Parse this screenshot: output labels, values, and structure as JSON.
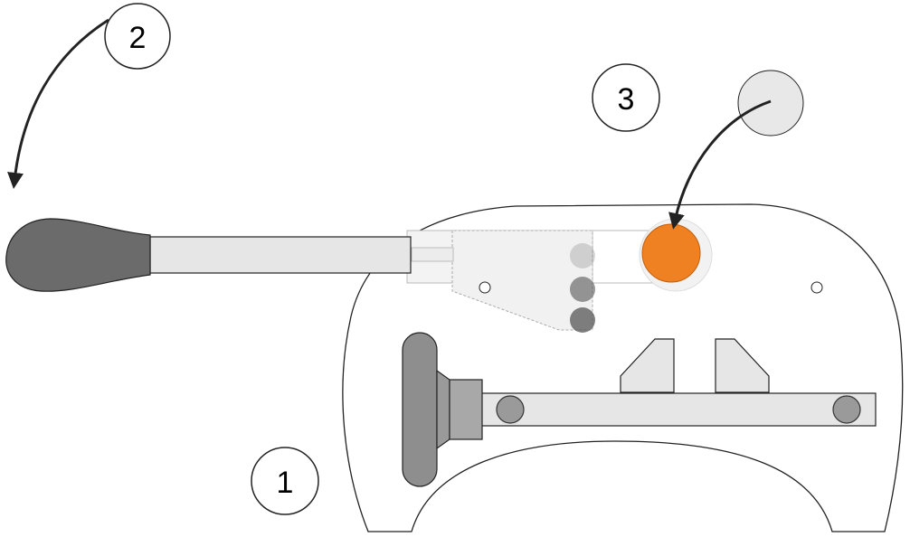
{
  "callouts": [
    {
      "id": "1",
      "label": "1"
    },
    {
      "id": "2",
      "label": "2"
    },
    {
      "id": "3",
      "label": "3"
    }
  ],
  "colors": {
    "outline": "#222222",
    "handle_grip": "#6b6b6b",
    "part_fill": "#e6e6e6",
    "screw_fill": "#9a9a9a",
    "indicator": "#f08122",
    "indicator_halo": "#f2f2f2",
    "ghost_pin": "#555555",
    "round_knob": "#e8e8e8"
  },
  "icons": {
    "arrow_2": "curved-arrow-icon",
    "arrow_3": "curved-arrow-icon"
  }
}
